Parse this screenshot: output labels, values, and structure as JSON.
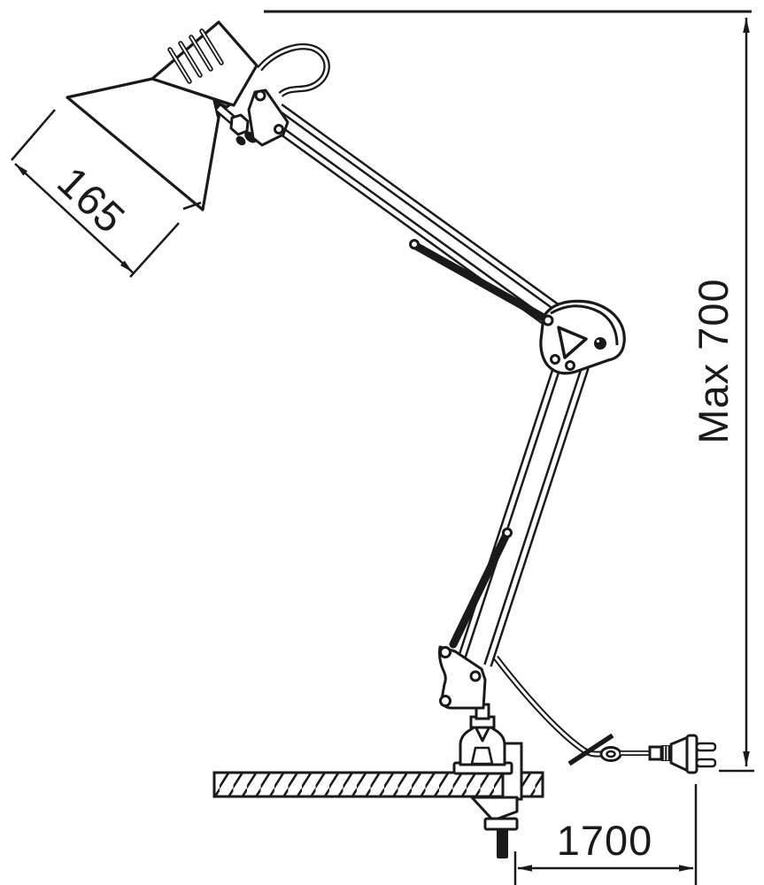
{
  "drawing": {
    "background_color": "#ffffff",
    "line_color": "#1a1a1a",
    "dimensions": {
      "shade_width": {
        "label": "165"
      },
      "max_height": {
        "label": "Max 700"
      },
      "cord_length": {
        "label": "1700"
      }
    }
  }
}
